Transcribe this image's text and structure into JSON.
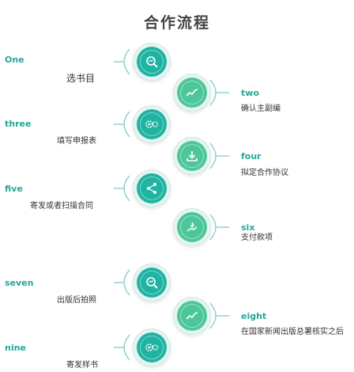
{
  "title": "合作流程",
  "steps": [
    {
      "label": "One",
      "desc": "选书目",
      "icon": "search-chart-icon"
    },
    {
      "label": "two",
      "desc": "确认主副编",
      "icon": "trend-line-icon"
    },
    {
      "label": "three",
      "desc": "填写申报表",
      "icon": "gears-icon"
    },
    {
      "label": "four",
      "desc": "拟定合作协议",
      "icon": "download-icon"
    },
    {
      "label": "five",
      "desc": "寄发或者扫描合同",
      "icon": "share-icon"
    },
    {
      "label": "six",
      "desc": "支付款项",
      "icon": "hand-money-icon"
    },
    {
      "label": "seven",
      "desc": "出版后拍照",
      "icon": "search-chart-icon"
    },
    {
      "label": "eight",
      "desc": "在国家新闻出版总署核实之后",
      "icon": "trend-line-icon"
    },
    {
      "label": "nine",
      "desc": "寄发样书",
      "icon": "gears-icon"
    }
  ],
  "colors": {
    "accent": "#2aa59a",
    "node_teal": "#1fb3a1",
    "node_green": "#4dc79a"
  }
}
